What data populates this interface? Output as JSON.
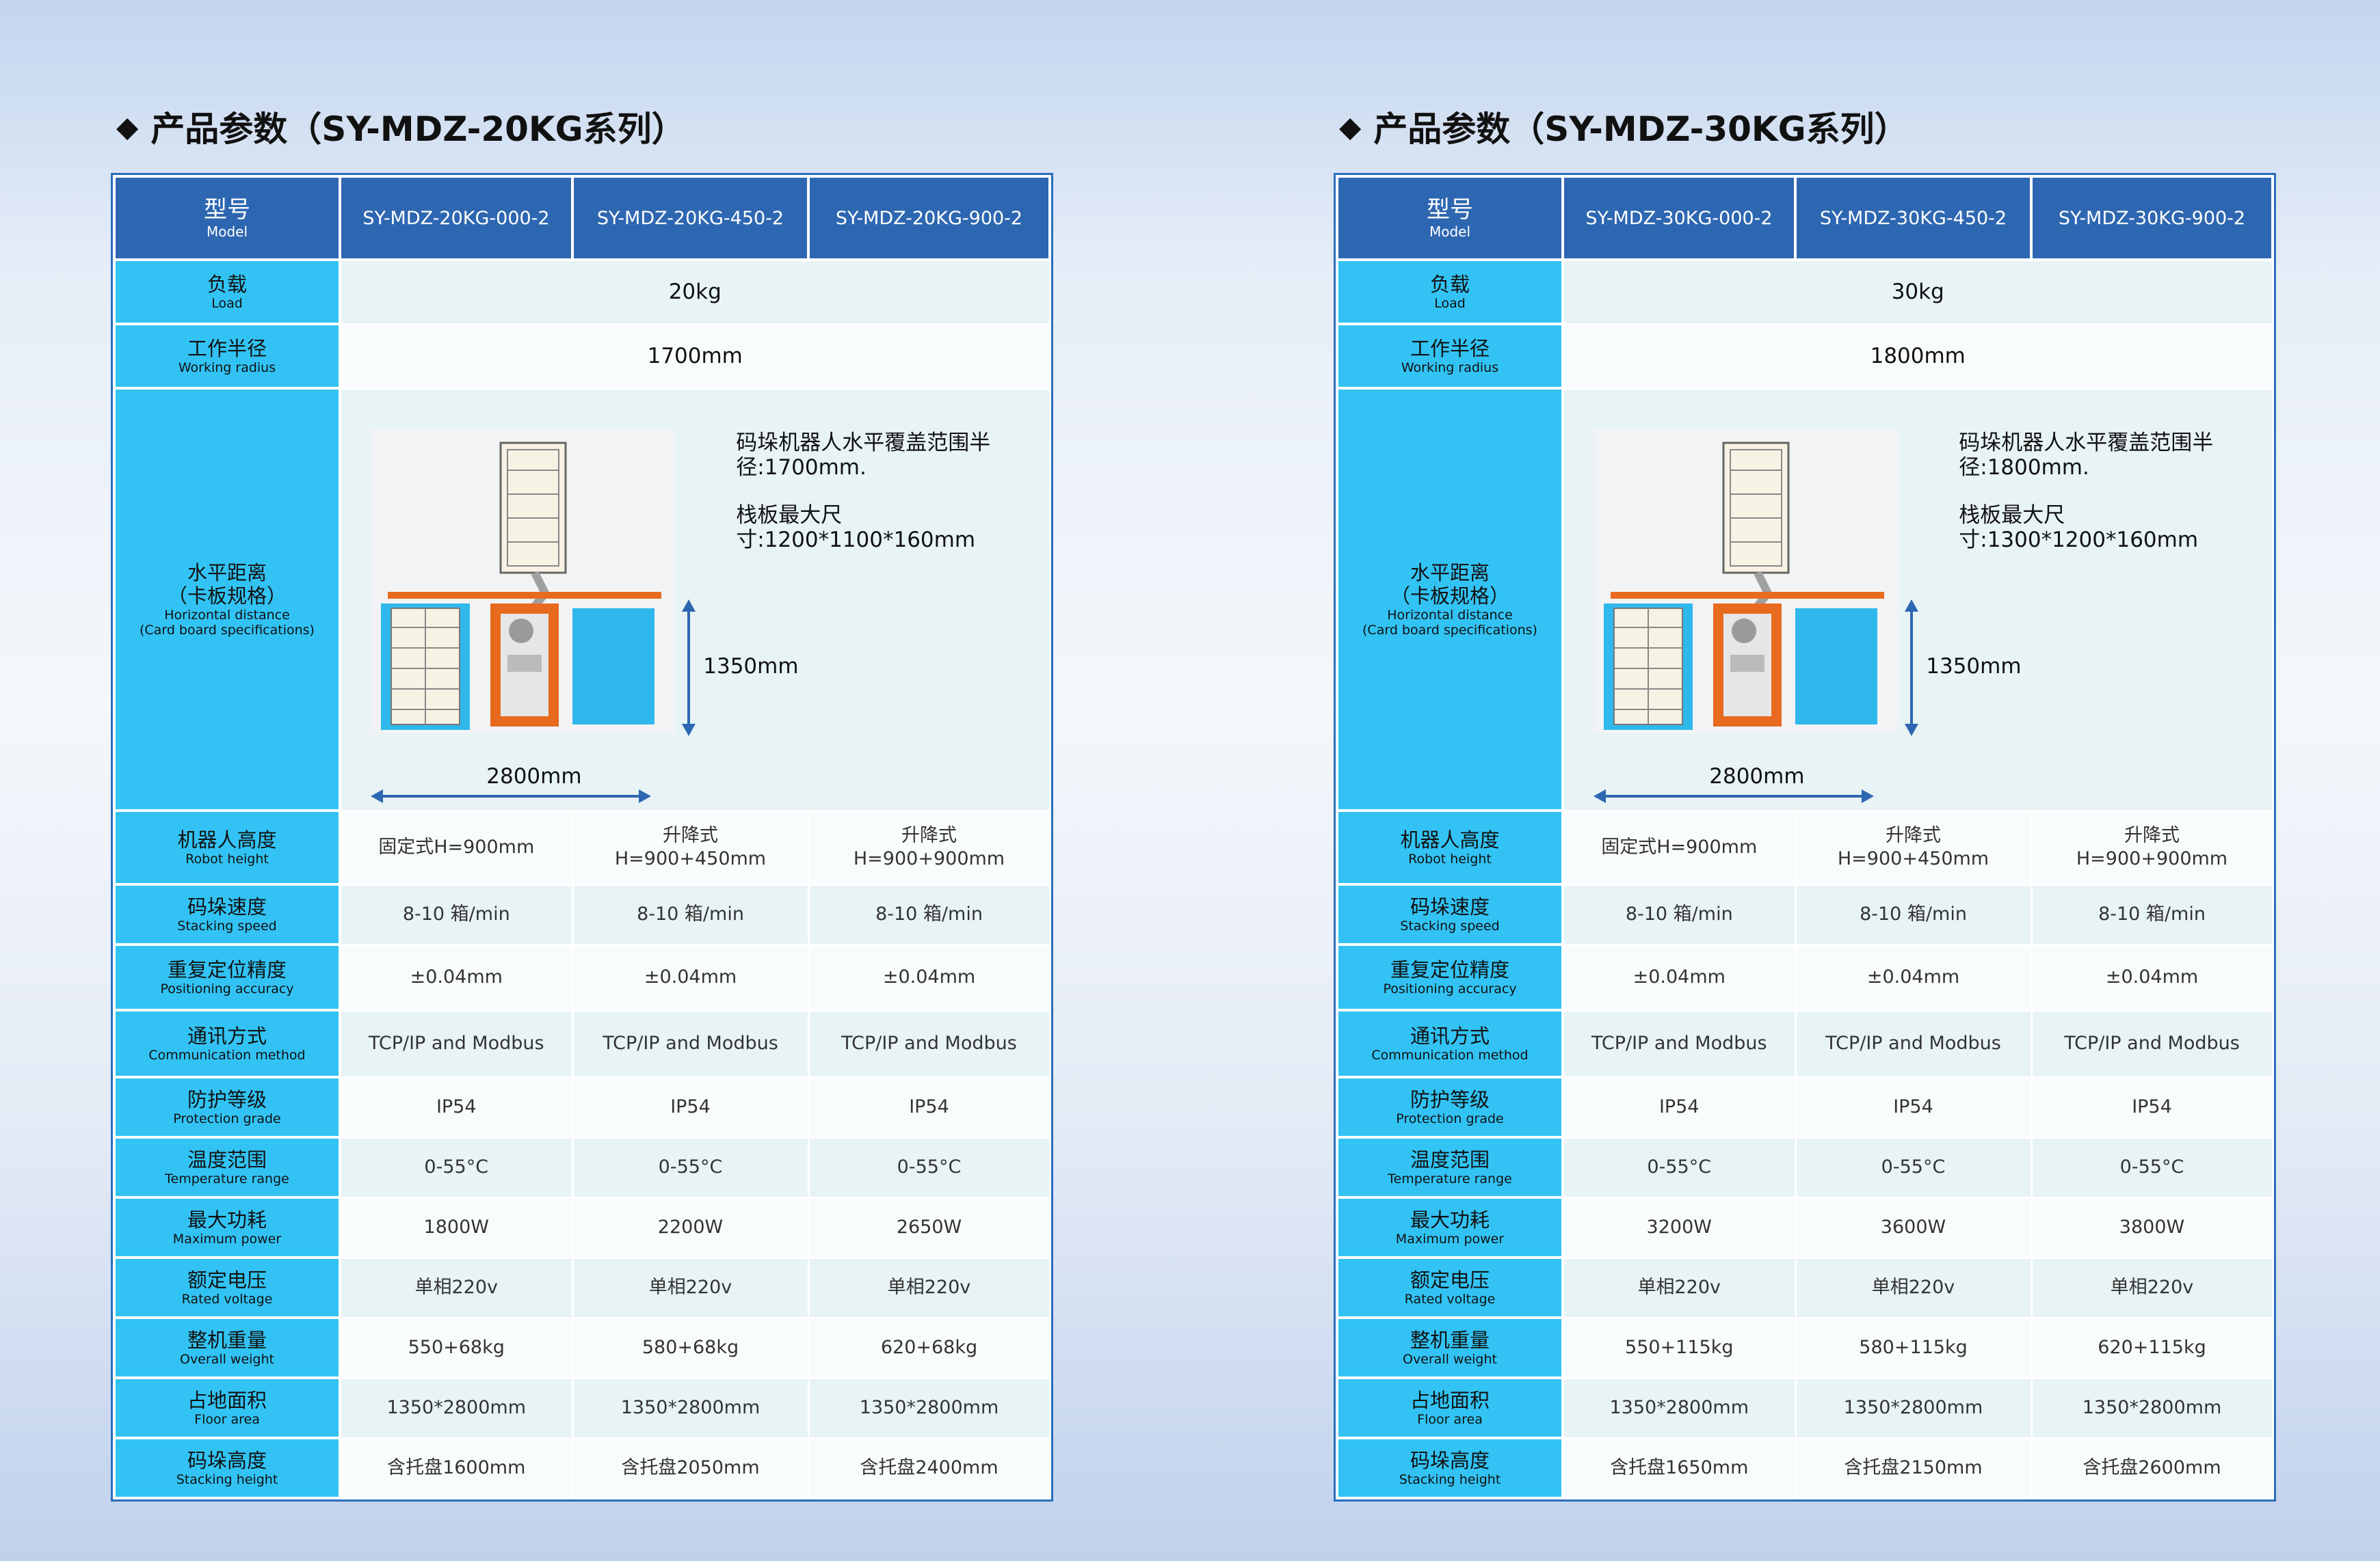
{
  "panels": [
    {
      "title": "产品参数（SY-MDZ-20KG系列）",
      "header": {
        "label_zh": "型号",
        "label_en": "Model",
        "models": [
          "SY-MDZ-20KG-000-2",
          "SY-MDZ-20KG-450-2",
          "SY-MDZ-20KG-900-2"
        ]
      },
      "load": {
        "zh": "负载",
        "en": "Load",
        "value": "20kg"
      },
      "radius": {
        "zh": "工作半径",
        "en": "Working radius",
        "value": "1700mm"
      },
      "horizontal": {
        "zh1": "水平距离",
        "zh2": "（卡板规格）",
        "en1": "Horizontal distance",
        "en2": "(Card board specifications)",
        "note1": "码垛机器人水平覆盖范围半径:1700mm.",
        "note2": "栈板最大尺寸:1200*1100*160mm",
        "dim_height": "1350mm",
        "dim_width": "2800mm"
      },
      "rows": [
        {
          "zh": "机器人高度",
          "en": "Robot height",
          "values": [
            "固定式H=900mm",
            "升降式\nH=900+450mm",
            "升降式\nH=900+900mm"
          ]
        },
        {
          "zh": "码垛速度",
          "en": "Stacking speed",
          "values": [
            "8-10 箱/min",
            "8-10 箱/min",
            "8-10 箱/min"
          ]
        },
        {
          "zh": "重复定位精度",
          "en": "Positioning accuracy",
          "values": [
            "±0.04mm",
            "±0.04mm",
            "±0.04mm"
          ]
        },
        {
          "zh": "通讯方式",
          "en": "Communication method",
          "values": [
            "TCP/IP and Modbus",
            "TCP/IP and Modbus",
            "TCP/IP and Modbus"
          ]
        },
        {
          "zh": "防护等级",
          "en": "Protection grade",
          "values": [
            "IP54",
            "IP54",
            "IP54"
          ]
        },
        {
          "zh": "温度范围",
          "en": "Temperature range",
          "values": [
            "0-55°C",
            "0-55°C",
            "0-55°C"
          ]
        },
        {
          "zh": "最大功耗",
          "en": "Maximum power",
          "values": [
            "1800W",
            "2200W",
            "2650W"
          ]
        },
        {
          "zh": "额定电压",
          "en": "Rated voltage",
          "values": [
            "单相220v",
            "单相220v",
            "单相220v"
          ]
        },
        {
          "zh": "整机重量",
          "en": "Overall weight",
          "values": [
            "550+68kg",
            "580+68kg",
            "620+68kg"
          ]
        },
        {
          "zh": "占地面积",
          "en": "Floor area",
          "values": [
            "1350*2800mm",
            "1350*2800mm",
            "1350*2800mm"
          ]
        },
        {
          "zh": "码垛高度",
          "en": "Stacking height",
          "values": [
            "含托盘1600mm",
            "含托盘2050mm",
            "含托盘2400mm"
          ]
        }
      ]
    },
    {
      "title": "产品参数（SY-MDZ-30KG系列）",
      "header": {
        "label_zh": "型号",
        "label_en": "Model",
        "models": [
          "SY-MDZ-30KG-000-2",
          "SY-MDZ-30KG-450-2",
          "SY-MDZ-30KG-900-2"
        ]
      },
      "load": {
        "zh": "负载",
        "en": "Load",
        "value": "30kg"
      },
      "radius": {
        "zh": "工作半径",
        "en": "Working radius",
        "value": "1800mm"
      },
      "horizontal": {
        "zh1": "水平距离",
        "zh2": "（卡板规格）",
        "en1": "Horizontal distance",
        "en2": "(Card board specifications)",
        "note1": "码垛机器人水平覆盖范围半径:1800mm.",
        "note2": "栈板最大尺寸:1300*1200*160mm",
        "dim_height": "1350mm",
        "dim_width": "2800mm"
      },
      "rows": [
        {
          "zh": "机器人高度",
          "en": "Robot height",
          "values": [
            "固定式H=900mm",
            "升降式\nH=900+450mm",
            "升降式\nH=900+900mm"
          ]
        },
        {
          "zh": "码垛速度",
          "en": "Stacking speed",
          "values": [
            "8-10 箱/min",
            "8-10 箱/min",
            "8-10 箱/min"
          ]
        },
        {
          "zh": "重复定位精度",
          "en": "Positioning accuracy",
          "values": [
            "±0.04mm",
            "±0.04mm",
            "±0.04mm"
          ]
        },
        {
          "zh": "通讯方式",
          "en": "Communication method",
          "values": [
            "TCP/IP and Modbus",
            "TCP/IP and Modbus",
            "TCP/IP and Modbus"
          ]
        },
        {
          "zh": "防护等级",
          "en": "Protection grade",
          "values": [
            "IP54",
            "IP54",
            "IP54"
          ]
        },
        {
          "zh": "温度范围",
          "en": "Temperature range",
          "values": [
            "0-55°C",
            "0-55°C",
            "0-55°C"
          ]
        },
        {
          "zh": "最大功耗",
          "en": "Maximum power",
          "values": [
            "3200W",
            "3600W",
            "3800W"
          ]
        },
        {
          "zh": "额定电压",
          "en": "Rated voltage",
          "values": [
            "单相220v",
            "单相220v",
            "单相220v"
          ]
        },
        {
          "zh": "整机重量",
          "en": "Overall weight",
          "values": [
            "550+115kg",
            "580+115kg",
            "620+115kg"
          ]
        },
        {
          "zh": "占地面积",
          "en": "Floor area",
          "values": [
            "1350*2800mm",
            "1350*2800mm",
            "1350*2800mm"
          ]
        },
        {
          "zh": "码垛高度",
          "en": "Stacking height",
          "values": [
            "含托盘1650mm",
            "含托盘2150mm",
            "含托盘2600mm"
          ]
        }
      ]
    }
  ],
  "colors": {
    "header": "#2e67b1",
    "label": "#32c3f4",
    "cell_odd": "#e8f3f5",
    "cell_even": "#f9fcfd",
    "arrow": "#2e67b1",
    "machine_orange": "#e86a1e",
    "machine_blue": "#2fb8ec"
  }
}
